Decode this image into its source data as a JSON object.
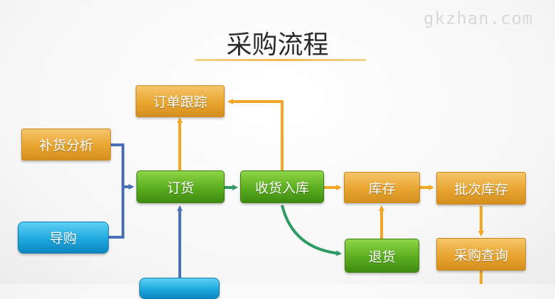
{
  "watermark": "gkzhan.com",
  "title": "采购流程",
  "nodes": {
    "order_tracking": "订单跟踪",
    "restock_analysis": "补货分析",
    "order": "订货",
    "receive_stock": "收货入库",
    "inventory": "库存",
    "batch_inventory": "批次库存",
    "guided_purchase": "导购",
    "return": "退货",
    "purchase_query": "采购查询"
  },
  "colors": {
    "orange_arrow": "#f5a623",
    "blue_arrow": "#4a72b8",
    "green_arrow": "#2e9a64"
  }
}
